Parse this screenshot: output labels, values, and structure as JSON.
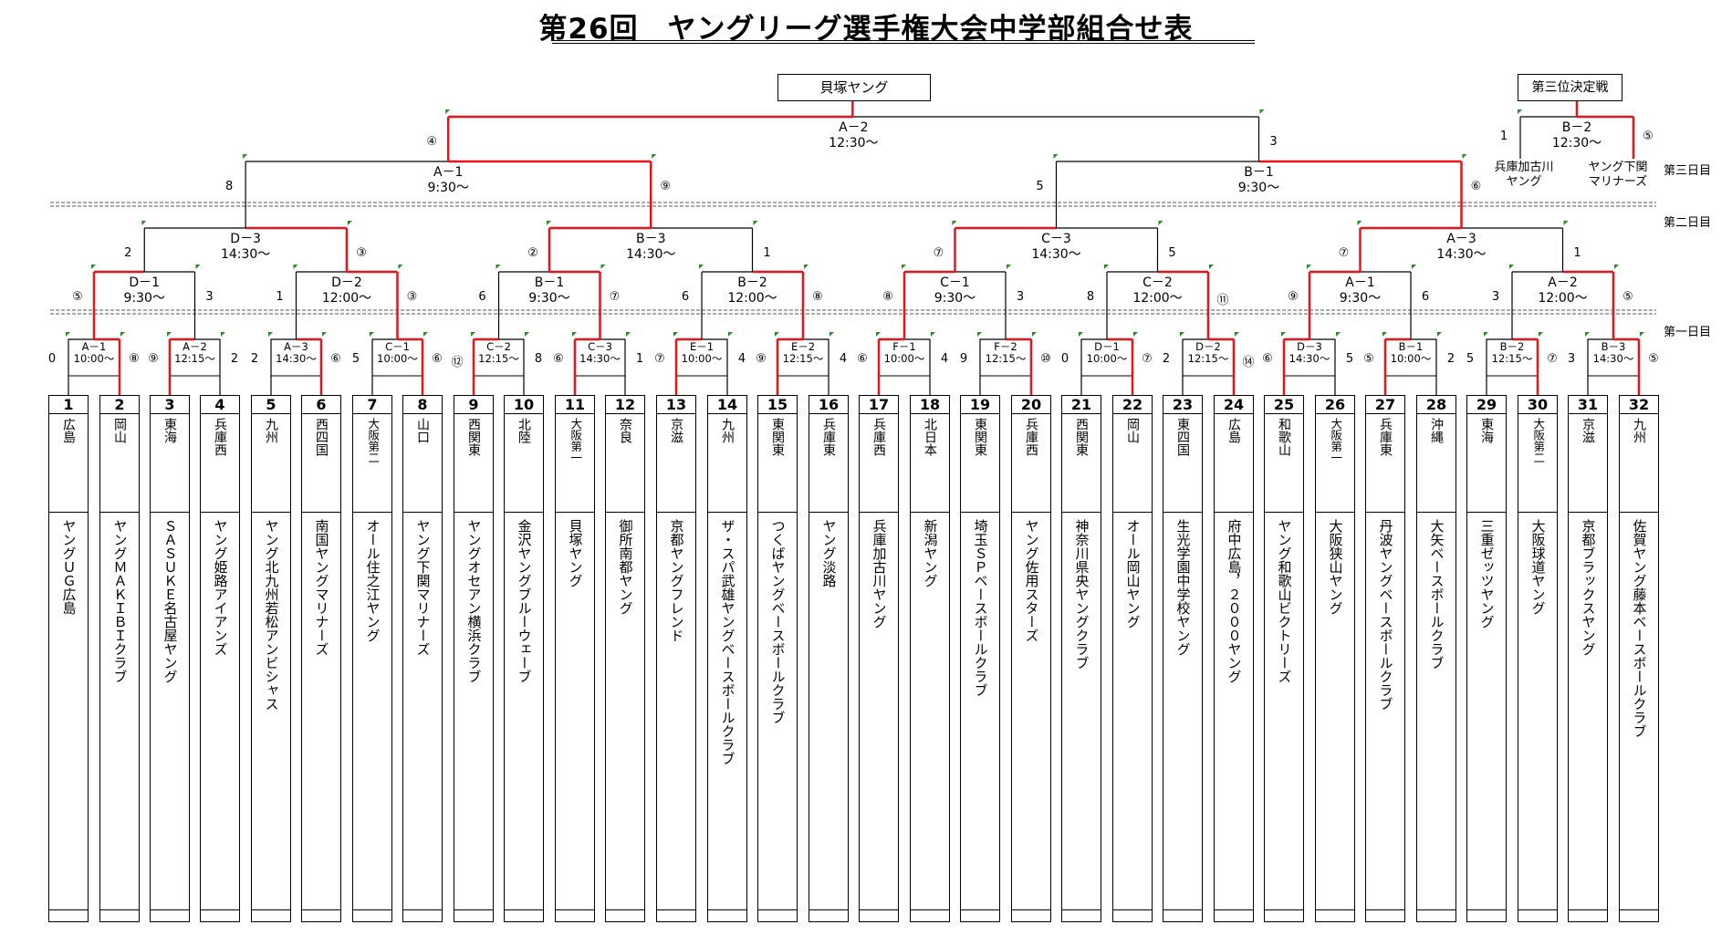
{
  "title": "第26回　ヤングリーグ選手権大会中学部組合せ表",
  "champion_label": "貝塚ヤング",
  "third_place": {
    "label": "第三位決定戦",
    "match": "B－2",
    "time": "12:30～",
    "left_score": "1",
    "right_score": "⑤",
    "left_team": [
      "兵庫加古川",
      "ヤング"
    ],
    "right_team": [
      "ヤング下関",
      "マリナーズ"
    ]
  },
  "days": {
    "day3": "第三日目",
    "day2": "第二日目",
    "day1": "第一日目"
  },
  "final": {
    "match": "A－2",
    "time": "12:30～",
    "left_score": "④",
    "right_score": "3"
  },
  "semis": [
    {
      "match": "A－1",
      "time": "9:30～",
      "left_score": "8",
      "right_score": "⑨"
    },
    {
      "match": "B－1",
      "time": "9:30～",
      "left_score": "5",
      "right_score": "⑥"
    }
  ],
  "quarters": [
    {
      "match": "D－3",
      "time": "14:30～",
      "left_score": "2",
      "right_score": "③"
    },
    {
      "match": "B－3",
      "time": "14:30～",
      "left_score": "②",
      "right_score": "1"
    },
    {
      "match": "C－3",
      "time": "14:30～",
      "left_score": "⑦",
      "right_score": "5"
    },
    {
      "match": "A－3",
      "time": "14:30～",
      "left_score": "⑦",
      "right_score": "1"
    }
  ],
  "round2": [
    {
      "match": "D－1",
      "time": "9:30～",
      "left_score": "⑤",
      "right_score": "3"
    },
    {
      "match": "D－2",
      "time": "12:00～",
      "left_score": "1",
      "right_score": "③"
    },
    {
      "match": "B－1",
      "time": "9:30～",
      "left_score": "6",
      "right_score": "⑦"
    },
    {
      "match": "B－2",
      "time": "12:00～",
      "left_score": "6",
      "right_score": "⑧"
    },
    {
      "match": "C－1",
      "time": "9:30～",
      "left_score": "⑧",
      "right_score": "3"
    },
    {
      "match": "C－2",
      "time": "12:00～",
      "left_score": "8",
      "right_score": "⑪"
    },
    {
      "match": "A－1",
      "time": "9:30～",
      "left_score": "⑨",
      "right_score": "6"
    },
    {
      "match": "A－2",
      "time": "12:00～",
      "left_score": "3",
      "right_score": "⑤"
    }
  ],
  "round1": [
    {
      "match": "A－1",
      "time": "10:00～",
      "left_score": "0",
      "right_score": "⑧"
    },
    {
      "match": "A－2",
      "time": "12:15～",
      "left_score": "⑨",
      "right_score": "2"
    },
    {
      "match": "A－3",
      "time": "14:30～",
      "left_score": "2",
      "right_score": "⑥"
    },
    {
      "match": "C－1",
      "time": "10:00～",
      "left_score": "5",
      "right_score": "⑥"
    },
    {
      "match": "C－2",
      "time": "12:15～",
      "left_score": "⑫",
      "right_score": "8"
    },
    {
      "match": "C－3",
      "time": "14:30～",
      "left_score": "⑥",
      "right_score": "1"
    },
    {
      "match": "E－1",
      "time": "10:00～",
      "left_score": "⑦",
      "right_score": "4"
    },
    {
      "match": "E－2",
      "time": "12:15～",
      "left_score": "⑨",
      "right_score": "4"
    },
    {
      "match": "F－1",
      "time": "10:00～",
      "left_score": "⑥",
      "right_score": "4"
    },
    {
      "match": "F－2",
      "time": "12:15～",
      "left_score": "9",
      "right_score": "⑩"
    },
    {
      "match": "D－1",
      "time": "10:00～",
      "left_score": "0",
      "right_score": "⑦"
    },
    {
      "match": "D－2",
      "time": "12:15～",
      "left_score": "2",
      "right_score": "⑭"
    },
    {
      "match": "D－3",
      "time": "14:30～",
      "left_score": "⑥",
      "right_score": "5"
    },
    {
      "match": "B－1",
      "time": "10:00～",
      "left_score": "⑤",
      "right_score": "2"
    },
    {
      "match": "B－2",
      "time": "12:15～",
      "left_score": "5",
      "right_score": "⑦"
    },
    {
      "match": "B－3",
      "time": "14:30～",
      "left_score": "3",
      "right_score": "⑤"
    }
  ],
  "teams": [
    {
      "num": "1",
      "region": "広島",
      "name": "ヤングＵＧ広島"
    },
    {
      "num": "2",
      "region": "岡山",
      "name": "ヤングＭＡＫＩＢＩクラブ"
    },
    {
      "num": "3",
      "region": "東海",
      "name": "ＳＡＳＵＫＥ名古屋ヤング"
    },
    {
      "num": "4",
      "region": "兵庫西",
      "name": "ヤング姫路アイアンズ"
    },
    {
      "num": "5",
      "region": "九州",
      "name": "ヤング北九州若松アンビシャス"
    },
    {
      "num": "6",
      "region": "西四国",
      "name": "南国ヤングマリナーズ"
    },
    {
      "num": "7",
      "region": "大阪第二",
      "name": "オール住之江ヤング"
    },
    {
      "num": "8",
      "region": "山口",
      "name": "ヤング下関マリナーズ"
    },
    {
      "num": "9",
      "region": "西関東",
      "name": "ヤングオセアン横浜クラブ"
    },
    {
      "num": "10",
      "region": "北陸",
      "name": "金沢ヤングブルーウェーブ"
    },
    {
      "num": "11",
      "region": "大阪第一",
      "name": "貝塚ヤング"
    },
    {
      "num": "12",
      "region": "奈良",
      "name": "御所南都ヤング"
    },
    {
      "num": "13",
      "region": "京滋",
      "name": "京都ヤングフレンド"
    },
    {
      "num": "14",
      "region": "九州",
      "name": "ザ・スパ武雄ヤングベースボールクラブ"
    },
    {
      "num": "15",
      "region": "東関東",
      "name": "つくばヤングベースボールクラブ"
    },
    {
      "num": "16",
      "region": "兵庫東",
      "name": "ヤング淡路"
    },
    {
      "num": "17",
      "region": "兵庫西",
      "name": "兵庫加古川ヤング"
    },
    {
      "num": "18",
      "region": "北日本",
      "name": "新潟ヤング"
    },
    {
      "num": "19",
      "region": "東関東",
      "name": "埼玉ＳＰベースボールクラブ"
    },
    {
      "num": "20",
      "region": "兵庫西",
      "name": "ヤング佐用スターズ"
    },
    {
      "num": "21",
      "region": "西関東",
      "name": "神奈川県央ヤングクラブ"
    },
    {
      "num": "22",
      "region": "岡山",
      "name": "オール岡山ヤング"
    },
    {
      "num": "23",
      "region": "東四国",
      "name": "生光学園中学校ヤング"
    },
    {
      "num": "24",
      "region": "広島",
      "name": "府中広島，２０００ヤング"
    },
    {
      "num": "25",
      "region": "和歌山",
      "name": "ヤング和歌山ビクトリーズ"
    },
    {
      "num": "26",
      "region": "大阪第一",
      "name": "大阪狭山ヤング"
    },
    {
      "num": "27",
      "region": "兵庫東",
      "name": "丹波ヤングベースボールクラブ"
    },
    {
      "num": "28",
      "region": "沖縄",
      "name": "大矢ベースボールクラブ"
    },
    {
      "num": "29",
      "region": "東海",
      "name": "三重ゼッツヤング"
    },
    {
      "num": "30",
      "region": "大阪第二",
      "name": "大阪球道ヤング"
    },
    {
      "num": "31",
      "region": "京滋",
      "name": "京都ブラックスヤング"
    },
    {
      "num": "32",
      "region": "九州",
      "name": "佐賀ヤング藤本ベースボールクラブ"
    }
  ],
  "colors": {
    "win_line": "#e8141b",
    "line": "#000000"
  }
}
